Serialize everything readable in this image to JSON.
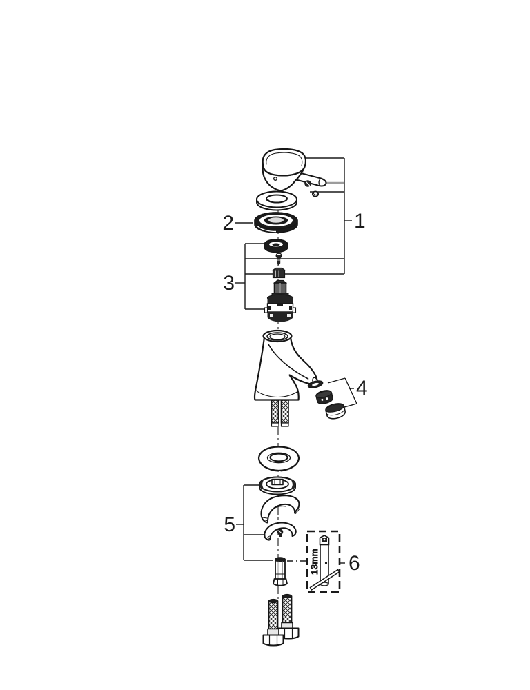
{
  "background": "#ffffff",
  "line_colors": {
    "primary": "#1a1a1a",
    "secondary_gray": "#9c9c9c"
  },
  "callouts": [
    {
      "label": "1"
    },
    {
      "label": "2"
    },
    {
      "label": "3"
    },
    {
      "label": "4"
    },
    {
      "label": "5"
    },
    {
      "label": "6"
    }
  ],
  "tool": {
    "size_label": "13mm"
  }
}
